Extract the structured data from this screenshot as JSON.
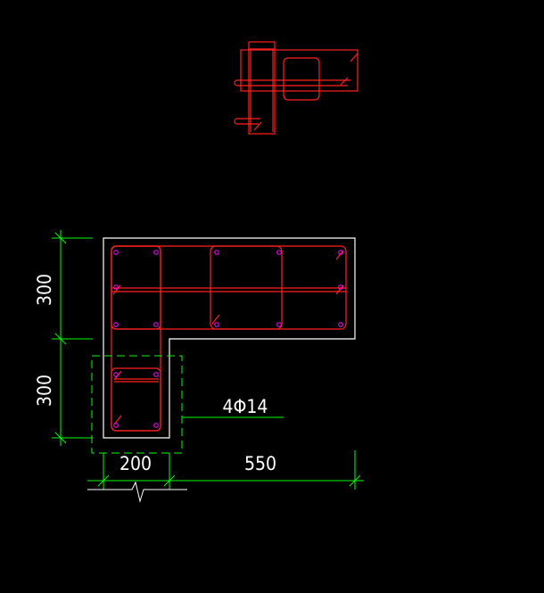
{
  "drawing": {
    "colors": {
      "background": "#000000",
      "outline": "#ffffff",
      "rebar": "#ff2020",
      "dimension": "#00ff00",
      "bar_dot": "#ff00ff"
    },
    "dimensions": {
      "vertical_upper": "300",
      "vertical_lower": "300",
      "horizontal_left": "200",
      "horizontal_right": "550"
    },
    "callout": {
      "label": "4Φ14"
    }
  }
}
